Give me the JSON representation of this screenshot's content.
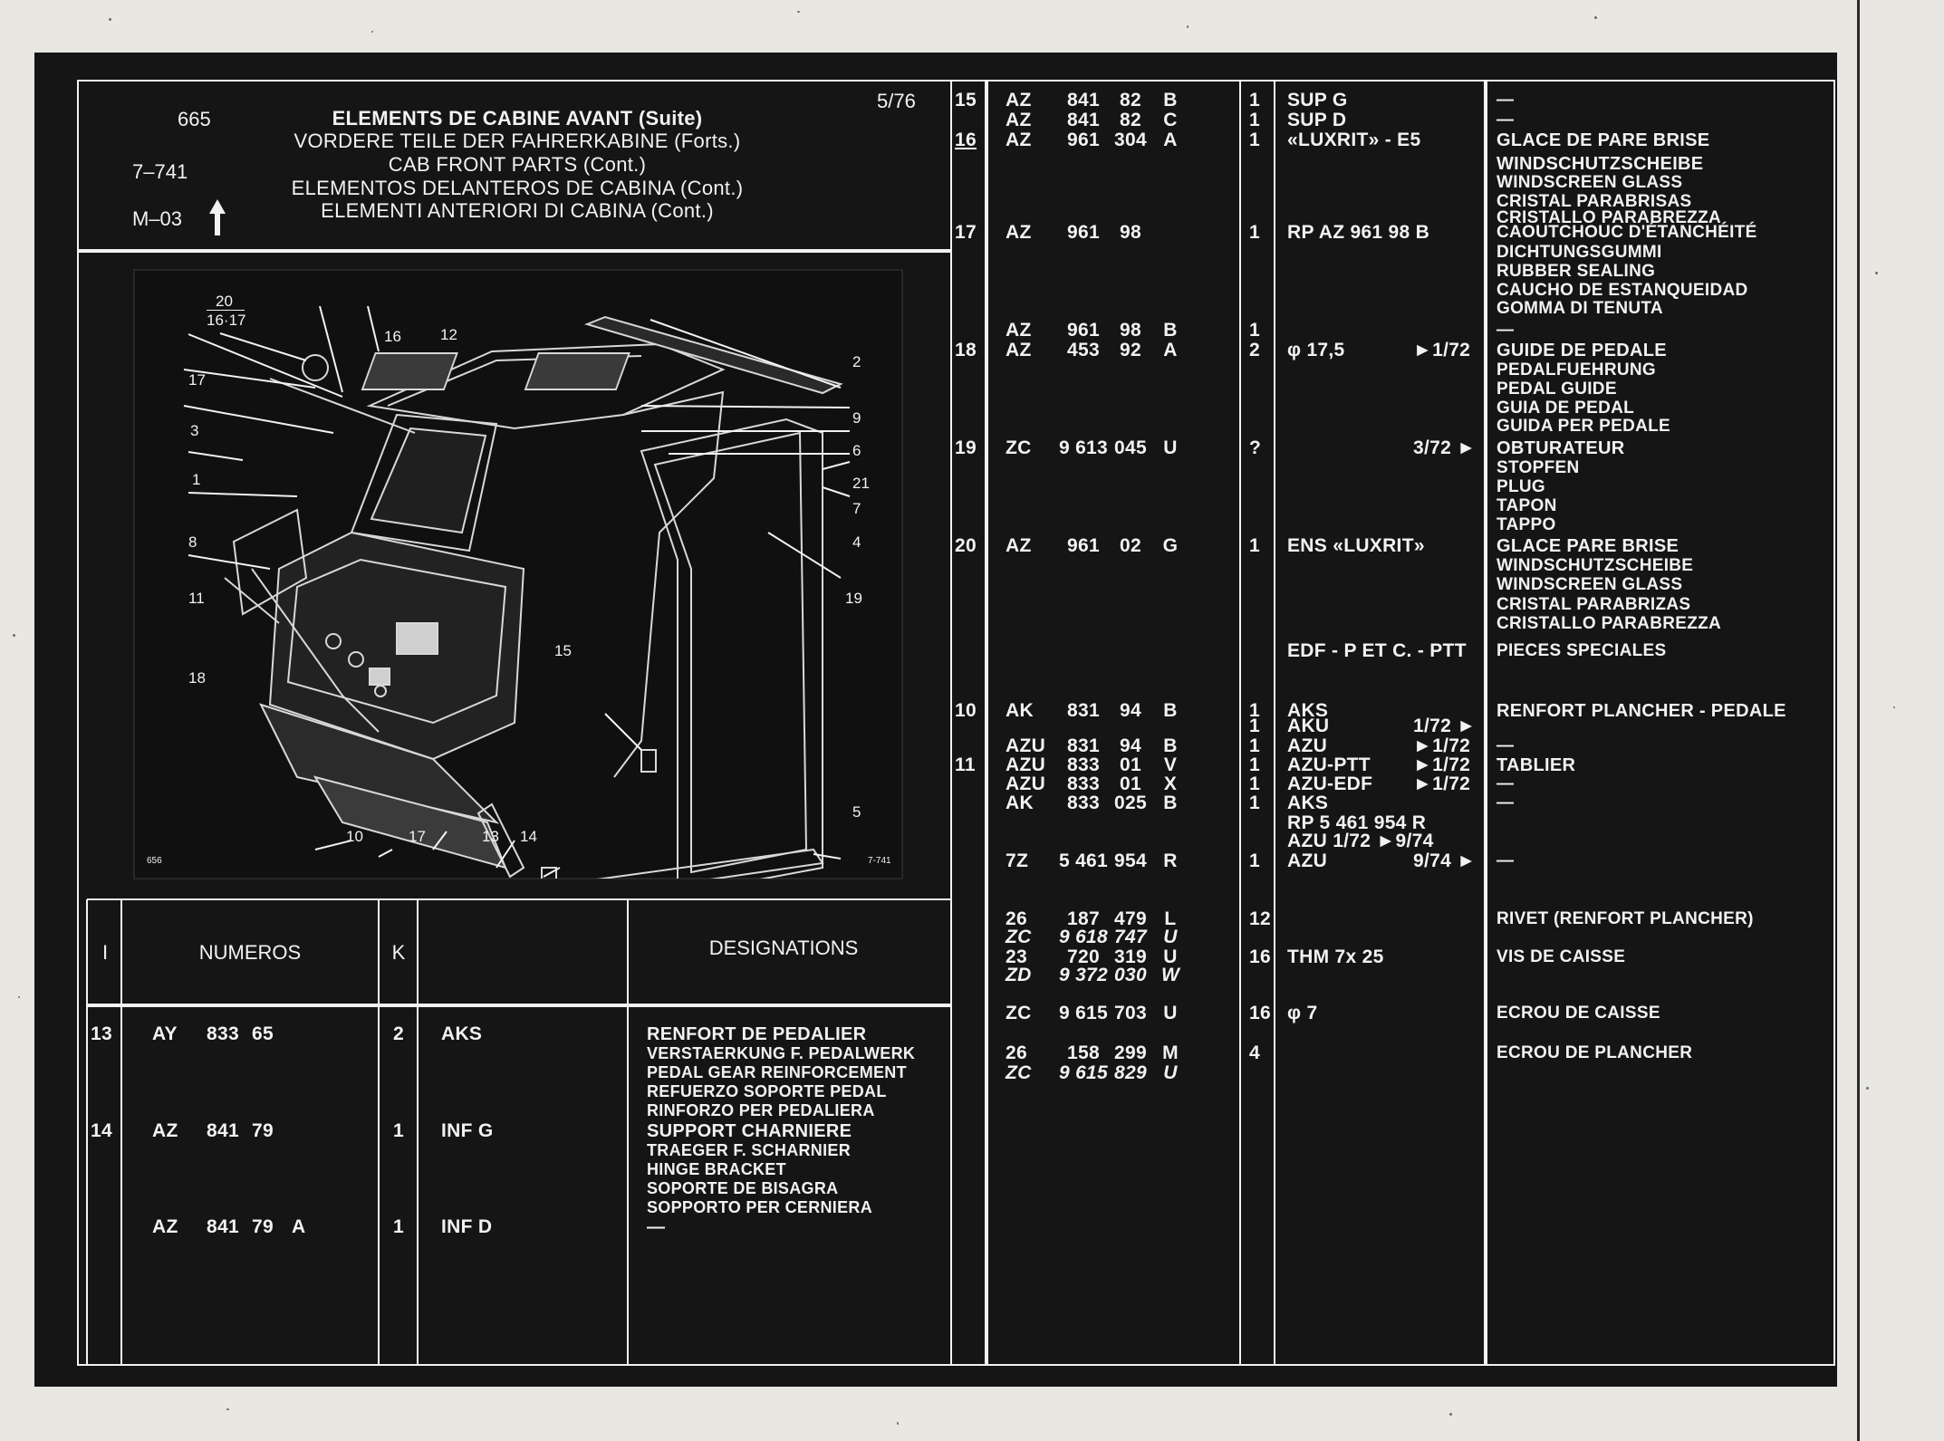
{
  "header": {
    "page": "665",
    "ref1": "7–741",
    "ref2": "M–03",
    "date": "5/76",
    "titles": [
      "ELEMENTS DE CABINE AVANT (Suite)",
      "VORDERE TEILE DER FAHRERKABINE (Forts.)",
      "CAB FRONT PARTS (Cont.)",
      "ELEMENTOS DELANTEROS DE CABINA (Cont.)",
      "ELEMENTI ANTERIORI DI CABINA (Cont.)"
    ]
  },
  "diagram": {
    "ref_top": "20",
    "ref_bottom": "16·17",
    "corner_left": "656",
    "corner_right": "7-741",
    "callouts": [
      {
        "id": "c16",
        "text": "16"
      },
      {
        "id": "c12",
        "text": "12"
      },
      {
        "id": "c2",
        "text": "2"
      },
      {
        "id": "c17a",
        "text": "17"
      },
      {
        "id": "c9",
        "text": "9"
      },
      {
        "id": "c3",
        "text": "3"
      },
      {
        "id": "c6",
        "text": "6"
      },
      {
        "id": "c21",
        "text": "21"
      },
      {
        "id": "c1",
        "text": "1"
      },
      {
        "id": "c7",
        "text": "7"
      },
      {
        "id": "c8",
        "text": "8"
      },
      {
        "id": "c4",
        "text": "4"
      },
      {
        "id": "c11",
        "text": "11"
      },
      {
        "id": "c19",
        "text": "19"
      },
      {
        "id": "c15",
        "text": "15"
      },
      {
        "id": "c18",
        "text": "18"
      },
      {
        "id": "c5",
        "text": "5"
      },
      {
        "id": "c10",
        "text": "10"
      },
      {
        "id": "c17b",
        "text": "17"
      },
      {
        "id": "c13",
        "text": "13"
      },
      {
        "id": "c14",
        "text": "14"
      }
    ]
  },
  "table_header": {
    "col_index": "I",
    "col_numbers": "NUMEROS",
    "col_k": "K",
    "col_designations": "DESIGNATIONS"
  },
  "left_rows": [
    {
      "idx": "13",
      "prefix": "AY",
      "n1": "833",
      "n2": "65",
      "n3": "",
      "qty": "2",
      "code": "AKS",
      "lines": [
        "RENFORT DE PEDALIER",
        "VERSTAERKUNG F. PEDALWERK",
        "PEDAL GEAR REINFORCEMENT",
        "REFUERZO SOPORTE PEDAL",
        "RINFORZO PER PEDALIERA"
      ]
    },
    {
      "idx": "14",
      "prefix": "AZ",
      "n1": "841",
      "n2": "79",
      "n3": "",
      "qty": "1",
      "code": "INF G",
      "lines": [
        "SUPPORT CHARNIERE",
        "TRAEGER F. SCHARNIER",
        "HINGE BRACKET",
        "SOPORTE DE BISAGRA",
        "SOPPORTO PER CERNIERA"
      ]
    },
    {
      "idx": "",
      "prefix": "AZ",
      "n1": "841",
      "n2": "79",
      "n3": "A",
      "qty": "1",
      "code": "INF D",
      "lines": [
        "—"
      ]
    }
  ],
  "right_rows": [
    {
      "idx": "15",
      "p": "AZ",
      "n1": "841",
      "n2": "82",
      "n3": "B",
      "q": "1",
      "code": "SUP G",
      "ref": "",
      "desc": "—"
    },
    {
      "idx": "",
      "p": "AZ",
      "n1": "841",
      "n2": "82",
      "n3": "C",
      "q": "1",
      "code": "SUP D",
      "ref": "",
      "desc": "—"
    },
    {
      "idx": "16",
      "p": "AZ",
      "n1": "961",
      "n2": "304",
      "n3": "A",
      "q": "1",
      "code": "«LUXRIT» - E5",
      "ref": "",
      "desc": "GLACE DE PARE BRISE"
    },
    {
      "idx": "",
      "p": "",
      "n1": "",
      "n2": "",
      "n3": "",
      "q": "",
      "code": "",
      "ref": "",
      "desc": "WINDSCHUTZSCHEIBE"
    },
    {
      "idx": "",
      "p": "",
      "n1": "",
      "n2": "",
      "n3": "",
      "q": "",
      "code": "",
      "ref": "",
      "desc": "WINDSCREEN GLASS"
    },
    {
      "idx": "",
      "p": "",
      "n1": "",
      "n2": "",
      "n3": "",
      "q": "",
      "code": "",
      "ref": "",
      "desc": "CRISTAL PARABRISAS"
    },
    {
      "idx": "",
      "p": "",
      "n1": "",
      "n2": "",
      "n3": "",
      "q": "",
      "code": "",
      "ref": "",
      "desc": "CRISTALLO PARABREZZA"
    },
    {
      "idx": "17",
      "p": "AZ",
      "n1": "961",
      "n2": "98",
      "n3": "",
      "q": "1",
      "code": "RP AZ 961  98 B",
      "ref": "",
      "desc": "CAOUTCHOUC D'ÉTANCHÉITÉ"
    },
    {
      "idx": "",
      "p": "",
      "n1": "",
      "n2": "",
      "n3": "",
      "q": "",
      "code": "",
      "ref": "",
      "desc": "DICHTUNGSGUMMI"
    },
    {
      "idx": "",
      "p": "",
      "n1": "",
      "n2": "",
      "n3": "",
      "q": "",
      "code": "",
      "ref": "",
      "desc": "RUBBER SEALING"
    },
    {
      "idx": "",
      "p": "",
      "n1": "",
      "n2": "",
      "n3": "",
      "q": "",
      "code": "",
      "ref": "",
      "desc": "CAUCHO DE ESTANQUEIDAD"
    },
    {
      "idx": "",
      "p": "",
      "n1": "",
      "n2": "",
      "n3": "",
      "q": "",
      "code": "",
      "ref": "",
      "desc": "GOMMA DI TENUTA"
    },
    {
      "idx": "",
      "p": "AZ",
      "n1": "961",
      "n2": "98",
      "n3": "B",
      "q": "1",
      "code": "",
      "ref": "",
      "desc": "—"
    },
    {
      "idx": "18",
      "p": "AZ",
      "n1": "453",
      "n2": "92",
      "n3": "A",
      "q": "2",
      "code": "φ 17,5",
      "ref": "►1/72",
      "desc": "GUIDE DE PEDALE"
    },
    {
      "idx": "",
      "p": "",
      "n1": "",
      "n2": "",
      "n3": "",
      "q": "",
      "code": "",
      "ref": "",
      "desc": "PEDALFUEHRUNG"
    },
    {
      "idx": "",
      "p": "",
      "n1": "",
      "n2": "",
      "n3": "",
      "q": "",
      "code": "",
      "ref": "",
      "desc": "PEDAL GUIDE"
    },
    {
      "idx": "",
      "p": "",
      "n1": "",
      "n2": "",
      "n3": "",
      "q": "",
      "code": "",
      "ref": "",
      "desc": "GUIA DE PEDAL"
    },
    {
      "idx": "",
      "p": "",
      "n1": "",
      "n2": "",
      "n3": "",
      "q": "",
      "code": "",
      "ref": "",
      "desc": "GUIDA PER PEDALE"
    },
    {
      "idx": "19",
      "p": "ZC",
      "n1": "9 613",
      "n2": "045",
      "n3": "U",
      "q": "?",
      "code": "",
      "ref": "3/72 ►",
      "desc": "OBTURATEUR"
    },
    {
      "idx": "",
      "p": "",
      "n1": "",
      "n2": "",
      "n3": "",
      "q": "",
      "code": "",
      "ref": "",
      "desc": "STOPFEN"
    },
    {
      "idx": "",
      "p": "",
      "n1": "",
      "n2": "",
      "n3": "",
      "q": "",
      "code": "",
      "ref": "",
      "desc": "PLUG"
    },
    {
      "idx": "",
      "p": "",
      "n1": "",
      "n2": "",
      "n3": "",
      "q": "",
      "code": "",
      "ref": "",
      "desc": "TAPON"
    },
    {
      "idx": "",
      "p": "",
      "n1": "",
      "n2": "",
      "n3": "",
      "q": "",
      "code": "",
      "ref": "",
      "desc": "TAPPO"
    },
    {
      "idx": "20",
      "p": "AZ",
      "n1": "961",
      "n2": "02",
      "n3": "G",
      "q": "1",
      "code": "ENS «LUXRIT»",
      "ref": "",
      "desc": "GLACE PARE BRISE"
    },
    {
      "idx": "",
      "p": "",
      "n1": "",
      "n2": "",
      "n3": "",
      "q": "",
      "code": "",
      "ref": "",
      "desc": "WINDSCHUTZSCHEIBE"
    },
    {
      "idx": "",
      "p": "",
      "n1": "",
      "n2": "",
      "n3": "",
      "q": "",
      "code": "",
      "ref": "",
      "desc": "WINDSCREEN GLASS"
    },
    {
      "idx": "",
      "p": "",
      "n1": "",
      "n2": "",
      "n3": "",
      "q": "",
      "code": "",
      "ref": "",
      "desc": "CRISTAL PARABRIZAS"
    },
    {
      "idx": "",
      "p": "",
      "n1": "",
      "n2": "",
      "n3": "",
      "q": "",
      "code": "",
      "ref": "",
      "desc": "CRISTALLO PARABREZZA"
    },
    {
      "idx": "",
      "p": "",
      "n1": "",
      "n2": "",
      "n3": "",
      "q": "",
      "code": "EDF - P ET C. - PTT",
      "ref": "",
      "desc": "PIECES SPECIALES"
    },
    {
      "idx": "10",
      "p": "AK",
      "n1": "831",
      "n2": "94",
      "n3": "B",
      "q": "1",
      "code": "AKS",
      "ref": "",
      "desc": "RENFORT PLANCHER - PEDALE"
    },
    {
      "idx": "",
      "p": "",
      "n1": "",
      "n2": "",
      "n3": "",
      "q": "1",
      "code": "AKU",
      "ref": "1/72 ►",
      "desc": ""
    },
    {
      "idx": "",
      "p": "AZU",
      "n1": "831",
      "n2": "94",
      "n3": "B",
      "q": "1",
      "code": "AZU",
      "ref": "►1/72",
      "desc": "—"
    },
    {
      "idx": "11",
      "p": "AZU",
      "n1": "833",
      "n2": "01",
      "n3": "V",
      "q": "1",
      "code": "AZU-PTT",
      "ref": "►1/72",
      "desc": "TABLIER"
    },
    {
      "idx": "",
      "p": "AZU",
      "n1": "833",
      "n2": "01",
      "n3": "X",
      "q": "1",
      "code": "AZU-EDF",
      "ref": "►1/72",
      "desc": "—"
    },
    {
      "idx": "",
      "p": "AK",
      "n1": "833",
      "n2": "025",
      "n3": "B",
      "q": "1",
      "code": "AKS",
      "ref": "",
      "desc": "—"
    },
    {
      "idx": "",
      "p": "",
      "n1": "",
      "n2": "",
      "n3": "",
      "q": "",
      "code": "RP 5  461  954  R",
      "ref": "",
      "desc": ""
    },
    {
      "idx": "",
      "p": "",
      "n1": "",
      "n2": "",
      "n3": "",
      "q": "",
      "code": "AZU          1/72  ►9/74",
      "ref": "",
      "desc": ""
    },
    {
      "idx": "",
      "p": "7Z",
      "n1": "5 461",
      "n2": "954",
      "n3": "R",
      "q": "1",
      "code": "AZU",
      "ref": "9/74 ►",
      "desc": "—"
    },
    {
      "idx": "",
      "p": "26",
      "n1": "187",
      "n2": "479",
      "n3": "L",
      "q": "12",
      "code": "",
      "ref": "",
      "desc": "RIVET (RENFORT PLANCHER)"
    },
    {
      "idx": "",
      "p": "ZC",
      "n1": "9 618",
      "n2": "747",
      "n3": "U",
      "q": "",
      "code": "",
      "ref": "",
      "desc": ""
    },
    {
      "idx": "",
      "p": "23",
      "n1": "720",
      "n2": "319",
      "n3": "U",
      "q": "16",
      "code": "THM 7x 25",
      "ref": "",
      "desc": "VIS DE CAISSE"
    },
    {
      "idx": "",
      "p": "ZD",
      "n1": "9 372",
      "n2": "030",
      "n3": "W",
      "q": "",
      "code": "",
      "ref": "",
      "desc": ""
    },
    {
      "idx": "",
      "p": "ZC",
      "n1": "9 615",
      "n2": "703",
      "n3": "U",
      "q": "16",
      "code": "φ 7",
      "ref": "",
      "desc": "ECROU DE CAISSE"
    },
    {
      "idx": "",
      "p": "26",
      "n1": "158",
      "n2": "299",
      "n3": "M",
      "q": "4",
      "code": "",
      "ref": "",
      "desc": "ECROU DE PLANCHER"
    },
    {
      "idx": "",
      "p": "ZC",
      "n1": "9 615",
      "n2": "829",
      "n3": "U",
      "q": "",
      "code": "",
      "ref": "",
      "desc": ""
    }
  ]
}
